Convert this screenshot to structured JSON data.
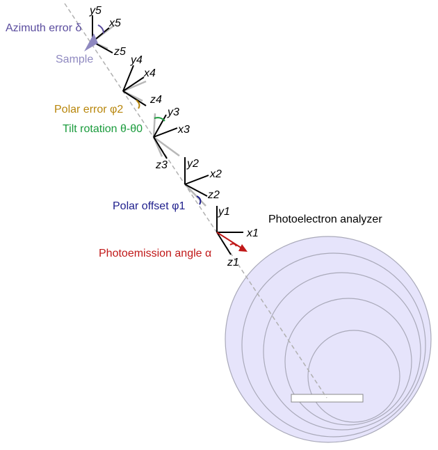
{
  "colors": {
    "azimuth": "#5a4c9e",
    "sample": "#8f89c0",
    "polar_error": "#b8860b",
    "tilt": "#1a9b3c",
    "polar_offset": "#1e1e8c",
    "photoemission": "#c01818",
    "analyzer_fill": "#e6e4fb"
  },
  "labels": {
    "azimuth_error": "Azimuth error δ",
    "sample": "Sample",
    "polar_error": "Polar error φ2",
    "tilt_rotation": "Tilt rotation θ-θ0",
    "polar_offset": "Polar offset φ1",
    "photoemission_angle": "Photoemission angle α",
    "analyzer": "Photoelectron analyzer"
  },
  "frames": {
    "f5": {
      "x": "x5",
      "y": "y5",
      "z": "z5"
    },
    "f4": {
      "x": "x4",
      "y": "y4",
      "z": "z4"
    },
    "f3": {
      "x": "x3",
      "y": "y3",
      "z": "z3"
    },
    "f2": {
      "x": "x2",
      "y": "y2",
      "z": "z2"
    },
    "f1": {
      "x": "x1",
      "y": "y1",
      "z": "z1"
    }
  }
}
